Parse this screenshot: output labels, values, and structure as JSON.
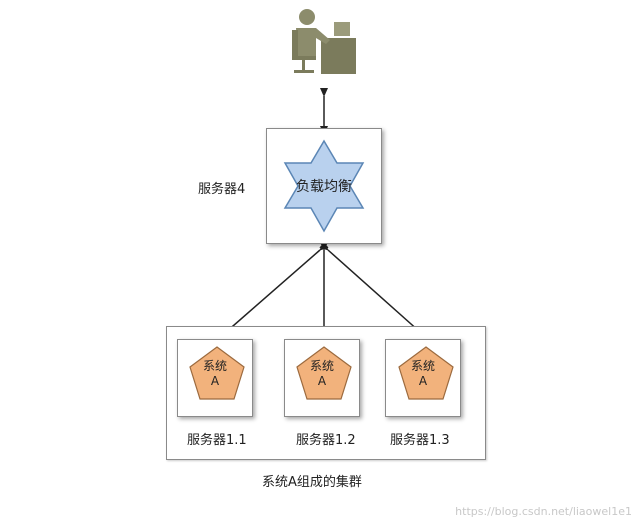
{
  "nodes": {
    "load_balancer": {
      "text": "负载均衡",
      "server_label": "服务器4"
    },
    "cluster_label": "系统A组成的集群",
    "members": [
      {
        "line1": "系统",
        "line2": "A",
        "server_label": "服务器1.1"
      },
      {
        "line1": "系统",
        "line2": "A",
        "server_label": "服务器1.2"
      },
      {
        "line1": "系统",
        "line2": "A",
        "server_label": "服务器1.3"
      }
    ]
  },
  "colors": {
    "star_fill": "#b9d1ee",
    "star_stroke": "#5b86b5",
    "pentagon_fill": "#f2b27c",
    "pentagon_stroke": "#9c6a3e",
    "user_icon": "#8a8a6a"
  },
  "icons": {
    "user": "user-at-computer-icon"
  },
  "watermark": "https://blog.csdn.net/liaowel1e1"
}
